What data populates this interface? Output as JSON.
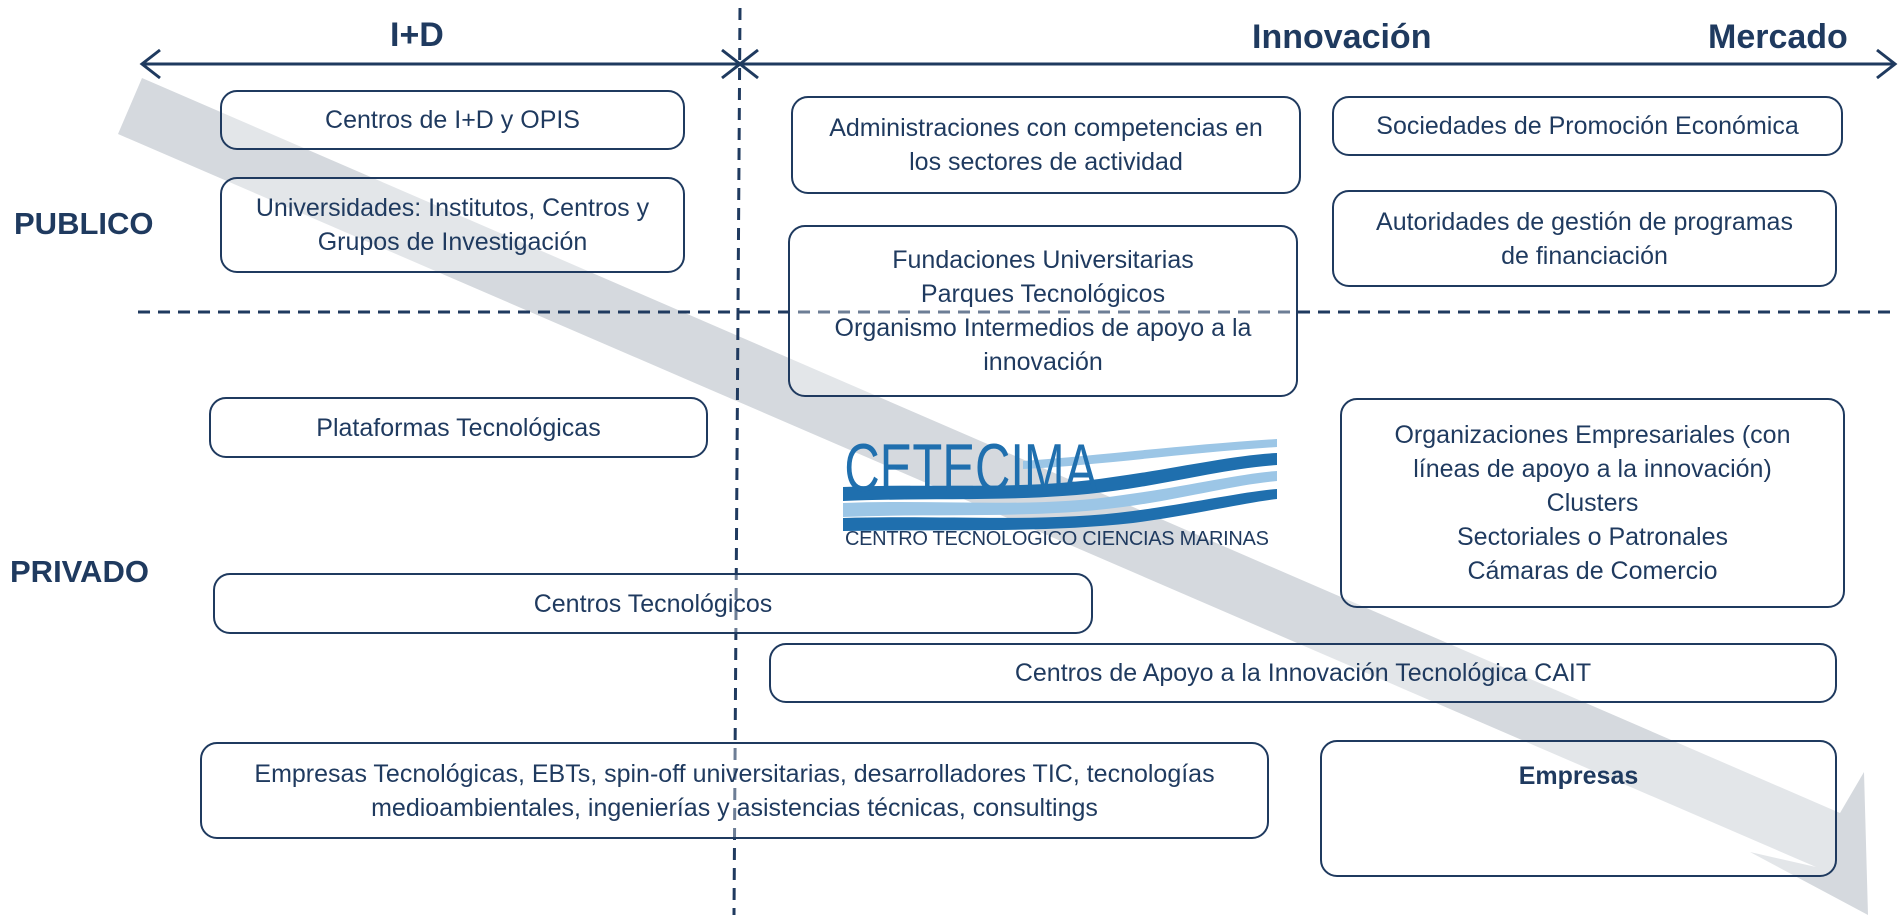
{
  "headers": {
    "id": "I+D",
    "innovacion": "Innovación",
    "mercado": "Mercado"
  },
  "sectors": {
    "publico": "PUBLICO",
    "privado": "PRIVADO"
  },
  "boxes": {
    "centros_id_opis": [
      "Centros de I+D y OPIS"
    ],
    "universidades": [
      "Universidades: Institutos, Centros y",
      "Grupos de Investigación"
    ],
    "administraciones": [
      "Administraciones con competencias en",
      "los sectores de actividad"
    ],
    "sociedades": [
      "Sociedades de Promoción Económica"
    ],
    "autoridades": [
      "Autoridades de gestión de programas",
      "de financiación"
    ],
    "fundaciones": [
      "Fundaciones Universitarias",
      "Parques Tecnológicos",
      "Organismo Intermedios de apoyo a la",
      "innovación"
    ],
    "plataformas": [
      "Plataformas Tecnológicas"
    ],
    "organizaciones": [
      "Organizaciones Empresariales (con",
      "líneas de apoyo a la innovación)",
      "Clusters",
      "Sectoriales o Patronales",
      "Cámaras de Comercio"
    ],
    "centros_tecnologicos": [
      "Centros Tecnológicos"
    ],
    "cait": [
      "Centros de Apoyo a la Innovación Tecnológica CAIT"
    ],
    "empresas_tecnologicas": [
      "Empresas Tecnológicas, EBTs, spin-off universitarias, desarrolladores TIC, tecnologías",
      "medioambientales, ingenierías y asistencias técnicas, consultings"
    ],
    "empresas": [
      "Empresas"
    ]
  },
  "logo": {
    "name": "CETECIMA",
    "subtitle": "CENTRO TECNOLOGICO CIENCIAS MARINAS"
  },
  "colors": {
    "navy": "#1f3a5f",
    "arrow_gray": "#d5d9de",
    "logo_blue": "#1f6fae",
    "logo_light": "#9cc6e6"
  }
}
